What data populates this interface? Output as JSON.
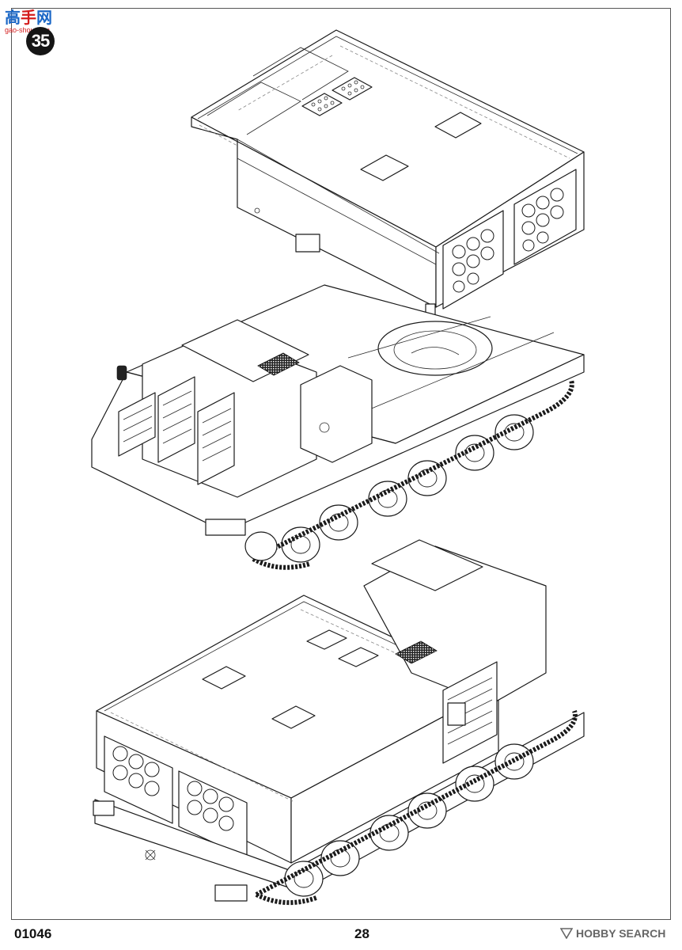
{
  "watermark": {
    "chars": [
      "高",
      "手",
      "网"
    ],
    "url": "gao-shou.com"
  },
  "step": {
    "number": "35"
  },
  "footer": {
    "kit_number": "01046",
    "page_number": "28",
    "credit_brand": "HOBBY SEARCH"
  },
  "icons": {
    "credit": "hobbysearch-logo-icon",
    "arrow": "assembly-arrow-icon"
  },
  "colors": {
    "watermark_blue": "#1b67c6",
    "watermark_red": "#d41c1c",
    "badge": "#151515"
  }
}
